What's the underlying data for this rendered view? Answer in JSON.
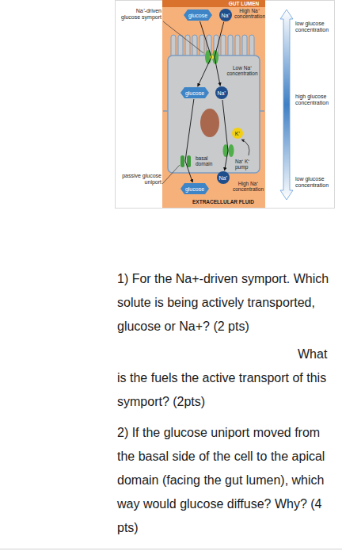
{
  "diagram": {
    "nodes": [
      {
        "text": [
          "glucose"
        ]
      },
      {
        "text": [
          "Na⁺"
        ]
      },
      {
        "text": [
          "glucose"
        ]
      },
      {
        "text": [
          "Na⁺"
        ]
      },
      {
        "text": [
          "K⁺"
        ]
      },
      {
        "text": [
          "Na⁺"
        ]
      },
      {
        "text": [
          "glucose"
        ]
      }
    ],
    "edges": [
      {
        "from": 0,
        "to": 2,
        "arrow": "to"
      },
      {
        "from": 1,
        "to": 3,
        "arrow": "to"
      },
      {
        "from": 2,
        "to": 6,
        "arrow": "to"
      },
      {
        "from": 3,
        "to": 5,
        "arrow": "to"
      }
    ],
    "labels": [
      "GUT LUMEN",
      "Na⁺-driven glucose symport",
      "High Na⁺ concentration",
      "low glucose concentration",
      "Low Na⁺ concentration",
      "high glucose concentration",
      "basal domain",
      "Na⁺ K⁺ pump",
      "passive glucose uniport",
      "low glucose concentration",
      "High Na⁺ concentration",
      "EXTRACELLULAR FLUID",
      "1) For the Na+-driven symport. Which solute is being actively transported, glucose or Na+? (2 pts)",
      "What is the fuels the active transport of this symport? (2pts)",
      "2) If the glucose uniport moved from the basal side of the cell to the apical domain (facing the gut lumen), which way would glucose diffuse? Why? (4 pts)"
    ]
  }
}
